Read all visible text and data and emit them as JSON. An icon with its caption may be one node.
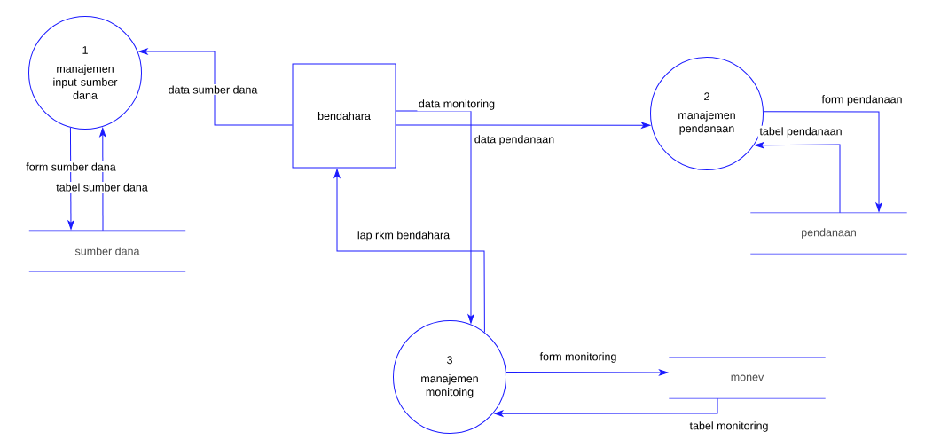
{
  "diagram": {
    "nodes": [
      {
        "text": [
          "1",
          "manajemen input sumber dana"
        ]
      },
      {
        "text": [
          "bendahara"
        ]
      },
      {
        "text": [
          "2",
          "manajemen pendanaan"
        ]
      },
      {
        "text": [
          "3",
          "manajemen monitoing"
        ]
      },
      {
        "text": [
          "sumber dana"
        ]
      },
      {
        "text": [
          "pendanaan"
        ]
      },
      {
        "text": [
          "monev"
        ]
      }
    ],
    "edges": [
      {
        "from": 1,
        "to": 0,
        "arrow": "to",
        "label": "data sumber dana"
      },
      {
        "from": 1,
        "to": 3,
        "arrow": "to",
        "label": "data monitoring"
      },
      {
        "from": 1,
        "to": 2,
        "arrow": "to",
        "label": "data pendanaan"
      },
      {
        "from": 3,
        "to": 1,
        "arrow": "to",
        "label": "lap rkm bendahara"
      },
      {
        "from": 0,
        "to": 4,
        "arrow": "to",
        "label": "form sumber dana"
      },
      {
        "from": 4,
        "to": 0,
        "arrow": "to",
        "label": "tabel sumber dana"
      },
      {
        "from": 2,
        "to": 5,
        "arrow": "to",
        "label": "form pendanaan"
      },
      {
        "from": 5,
        "to": 2,
        "arrow": "to",
        "label": "tabel pendanaan"
      },
      {
        "from": 3,
        "to": 6,
        "arrow": "to",
        "label": "form monitoring"
      },
      {
        "from": 6,
        "to": 3,
        "arrow": "to",
        "label": "tabel monitoring"
      }
    ]
  }
}
